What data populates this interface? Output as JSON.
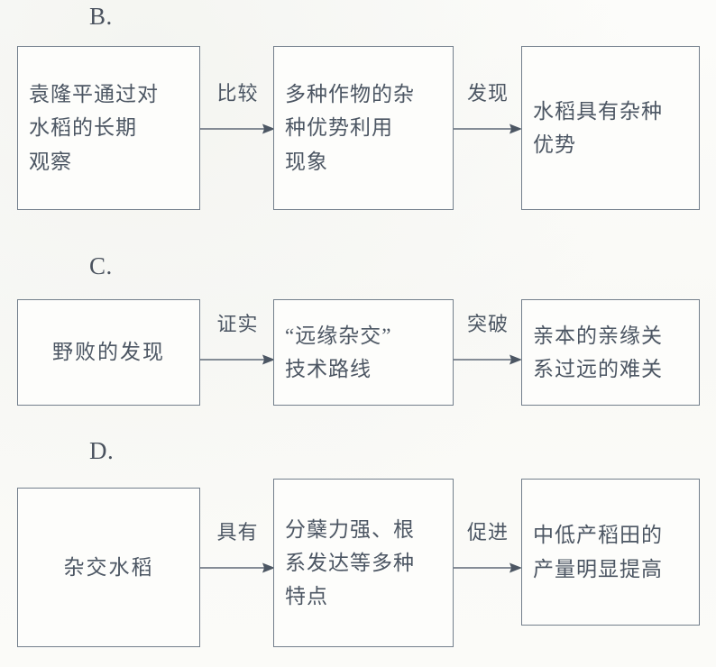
{
  "document": {
    "type": "flowchart-set",
    "background_color": "#fbfbf9",
    "ink_color": "#4c5663",
    "border_color": "#737f8c"
  },
  "sections": [
    {
      "label": "B.",
      "boxes": [
        {
          "name": "box-b1",
          "text": "袁隆平通过对\n水稻的长期\n观察",
          "align": "left"
        },
        {
          "name": "box-b2",
          "text": "多种作物的杂\n种优势利用\n现象",
          "align": "left"
        },
        {
          "name": "box-b3",
          "text": "水稻具有杂种\n优势",
          "align": "left"
        }
      ],
      "arrows": [
        {
          "name": "arrow-b1",
          "label": "比较"
        },
        {
          "name": "arrow-b2",
          "label": "发现"
        }
      ]
    },
    {
      "label": "C.",
      "boxes": [
        {
          "name": "box-c1",
          "text": "野败的发现",
          "align": "center"
        },
        {
          "name": "box-c2",
          "text": "“远缘杂交”\n技术路线",
          "align": "left"
        },
        {
          "name": "box-c3",
          "text": "亲本的亲缘关\n系过远的难关",
          "align": "left"
        }
      ],
      "arrows": [
        {
          "name": "arrow-c1",
          "label": "证实"
        },
        {
          "name": "arrow-c2",
          "label": "突破"
        }
      ]
    },
    {
      "label": "D.",
      "boxes": [
        {
          "name": "box-d1",
          "text": "杂交水稻",
          "align": "center"
        },
        {
          "name": "box-d2",
          "text": "分蘖力强、根\n系发达等多种\n特点",
          "align": "left"
        },
        {
          "name": "box-d3",
          "text": "中低产稻田的\n产量明显提高",
          "align": "left"
        }
      ],
      "arrows": [
        {
          "name": "arrow-d1",
          "label": "具有"
        },
        {
          "name": "arrow-d2",
          "label": "促进"
        }
      ]
    }
  ]
}
